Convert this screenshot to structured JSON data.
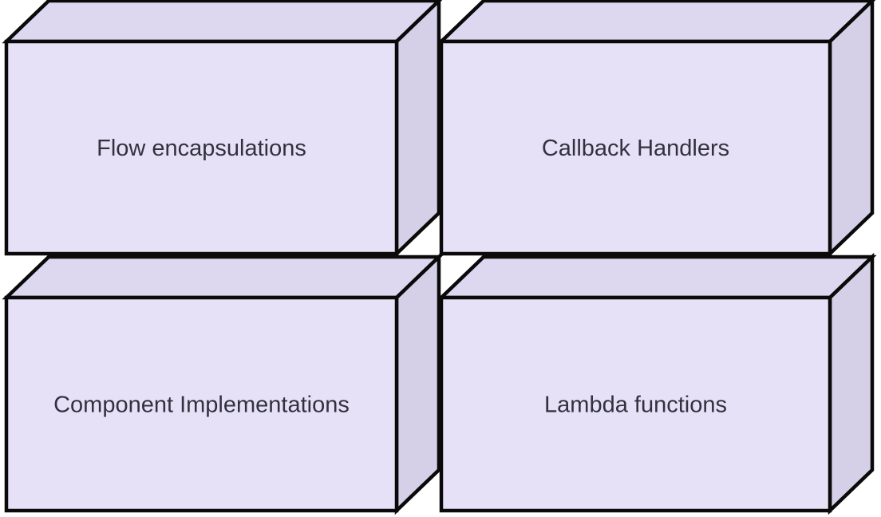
{
  "diagram": {
    "kind": "3d-box-grid",
    "background_color": "#ffffff",
    "colors": {
      "box_front": "#e7e1f8",
      "box_top": "#ddd7ef",
      "box_side": "#d5cfe8",
      "outline": "#0a0a0a",
      "label_text": "#32323e"
    },
    "boxes": [
      {
        "id": "flow-encapsulations",
        "label": "Flow encapsulations"
      },
      {
        "id": "callback-handlers",
        "label": "Callback Handlers"
      },
      {
        "id": "component-implementations",
        "label": "Component Implementations"
      },
      {
        "id": "lambda-functions",
        "label": "Lambda functions"
      }
    ]
  }
}
